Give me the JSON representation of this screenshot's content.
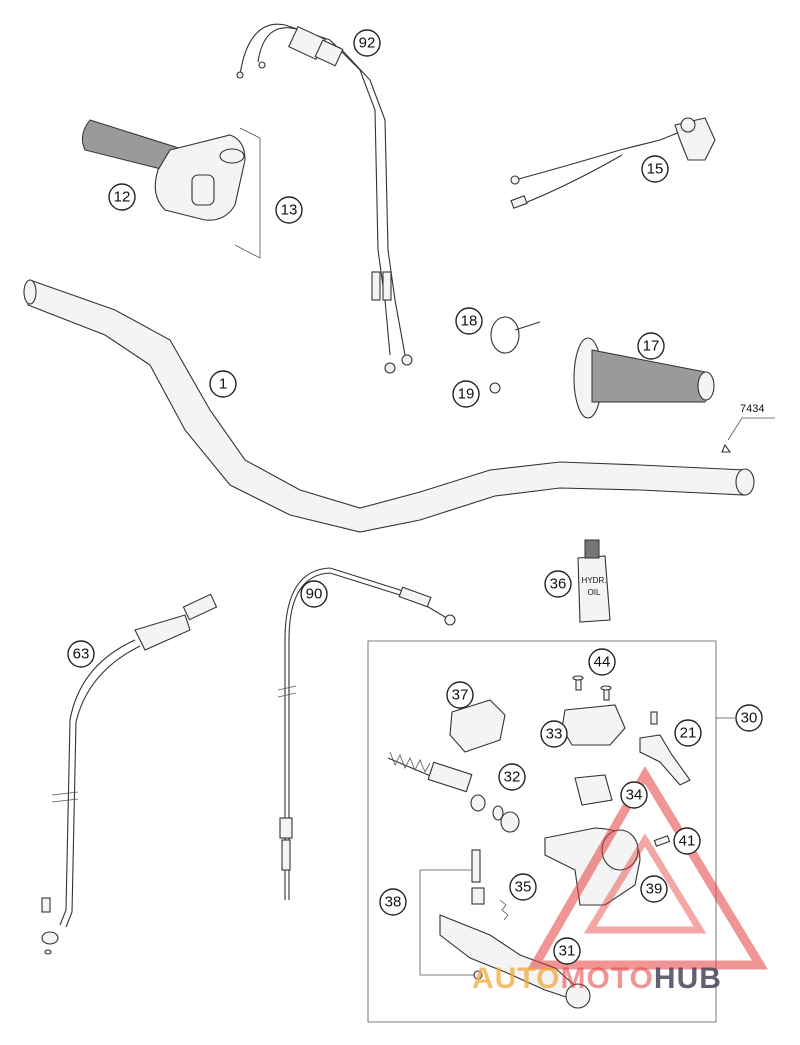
{
  "diagram": {
    "callouts": [
      {
        "id": "c-92",
        "label": "92"
      },
      {
        "id": "c-12",
        "label": "12"
      },
      {
        "id": "c-13",
        "label": "13"
      },
      {
        "id": "c-15",
        "label": "15"
      },
      {
        "id": "c-18",
        "label": "18"
      },
      {
        "id": "c-17",
        "label": "17"
      },
      {
        "id": "c-19",
        "label": "19"
      },
      {
        "id": "c-1",
        "label": "1"
      },
      {
        "id": "c-36",
        "label": "36"
      },
      {
        "id": "c-90",
        "label": "90"
      },
      {
        "id": "c-63",
        "label": "63"
      },
      {
        "id": "c-44",
        "label": "44"
      },
      {
        "id": "c-37",
        "label": "37"
      },
      {
        "id": "c-30",
        "label": "30"
      },
      {
        "id": "c-33",
        "label": "33"
      },
      {
        "id": "c-21",
        "label": "21"
      },
      {
        "id": "c-32",
        "label": "32"
      },
      {
        "id": "c-34",
        "label": "34"
      },
      {
        "id": "c-41",
        "label": "41"
      },
      {
        "id": "c-39",
        "label": "39"
      },
      {
        "id": "c-35",
        "label": "35"
      },
      {
        "id": "c-38",
        "label": "38"
      },
      {
        "id": "c-31",
        "label": "31"
      }
    ],
    "ref_7434": "7434",
    "bottle_label_line1": "HYDR.",
    "bottle_label_line2": "OIL"
  },
  "watermark": {
    "part1": "AUTO",
    "part2": "MOTO",
    "part3": "HUB"
  },
  "colors": {
    "line": "#333333",
    "watermark_red": "#e43c3c",
    "watermark_orange": "#f0aa3c",
    "watermark_dark": "#46465a"
  }
}
